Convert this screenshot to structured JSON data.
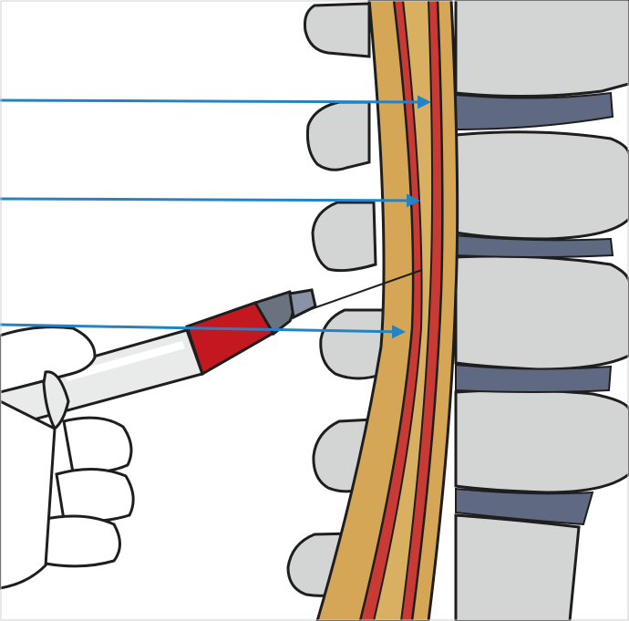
{
  "colors": {
    "background": "#ffffff",
    "bone_fill": "#d3d4d4",
    "bone_light": "#e6e7e7",
    "disc": "#5f6a82",
    "disc_light": "#8a93a6",
    "epidural_space": "#d4a656",
    "dura": "#c83a33",
    "subarachnoid": "#d9b061",
    "arrow": "#2383c4",
    "syringe_body": "#e9eaea",
    "syringe_plunger_tip": "#c3181f",
    "needle_hub": "#6a7280",
    "glove": "#ffffff",
    "outline": "#1e1e1e"
  },
  "icons": {
    "arrow_1": "arrow-pointing-epidural-space",
    "arrow_2": "arrow-pointing-dura",
    "arrow_3": "arrow-pointing-subarachnoid-space"
  }
}
